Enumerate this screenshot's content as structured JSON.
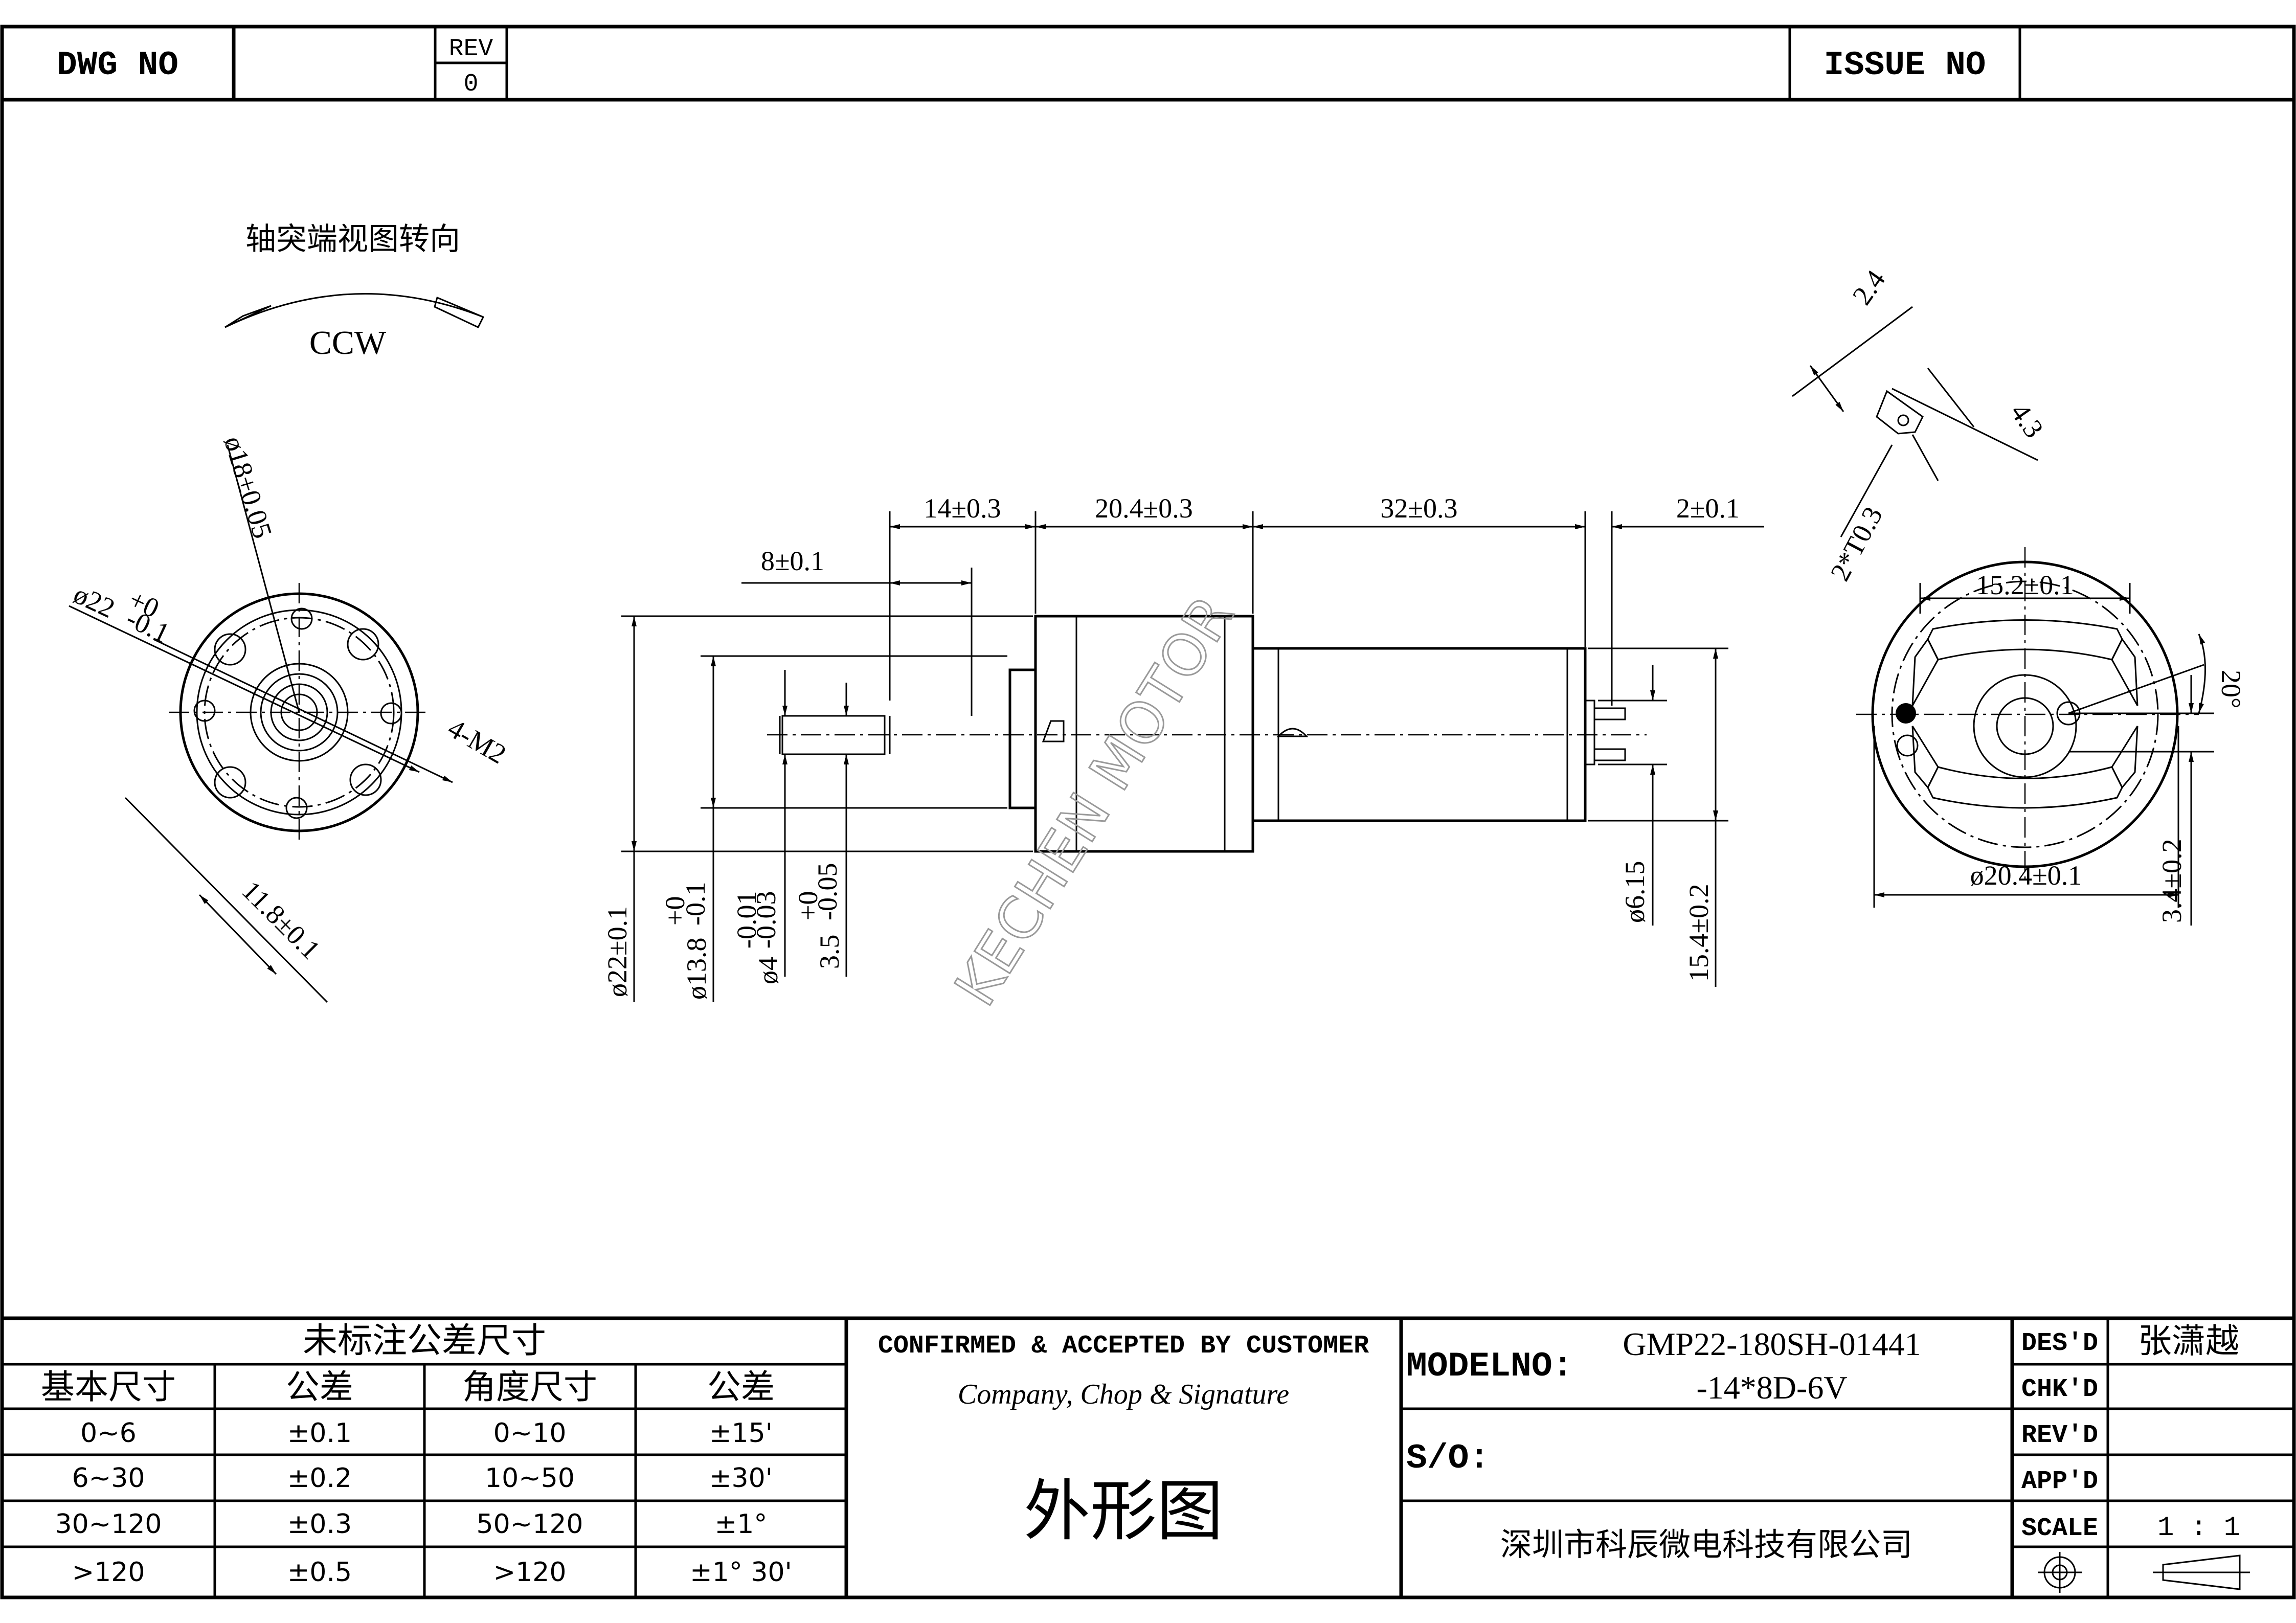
{
  "title_block": {
    "dwg_no_label": "DWG  NO",
    "dwg_no_value": "",
    "rev_label": "REV",
    "rev_value": "0",
    "issue_no_label": "ISSUE  NO",
    "issue_no_value": ""
  },
  "rotation": {
    "caption": "轴突端视图转向",
    "direction": "CCW"
  },
  "watermark": "KECHEN MOTOR",
  "front_view": {
    "d18": "ø18±0.05",
    "d22_main": "ø22",
    "d22_tol": "+0",
    "d22_tol_low": "-0.1",
    "holes": "4-M2",
    "pcd": "11.8±0.1"
  },
  "side_view": {
    "len_14": "14±0.3",
    "len_204": "20.4±0.3",
    "len_32": "32±0.3",
    "len_2": "2±0.1",
    "len_8": "8±0.1",
    "d22": "ø22±0.1",
    "d138_main": "ø13.8",
    "d138_up": "+0",
    "d138_low": "-0.1",
    "d4_main": "ø4",
    "d4_up": "-0.01",
    "d4_low": "-0.03",
    "d35_main": "3.5",
    "d35_up": "+0",
    "d35_low": "-0.05",
    "d615": "ø6.15",
    "h154": "15.4±0.2"
  },
  "rear_view": {
    "t24": "2.4",
    "t43": "4.3",
    "terminal": "2*T0.3",
    "w152": "15.2±0.1",
    "d204": "ø20.4±0.1",
    "h34": "3.4±0.2",
    "angle": "20°"
  },
  "tolerance_table": {
    "title": "未标注公差尺寸",
    "headers": [
      "基本尺寸",
      "公差",
      "角度尺寸",
      "公差"
    ],
    "rows": [
      [
        "0~6",
        "±0.1",
        "0~10",
        "±15'"
      ],
      [
        "6~30",
        "±0.2",
        "10~50",
        "±30'"
      ],
      [
        "30~120",
        "±0.3",
        "50~120",
        "±1°"
      ],
      [
        ">120",
        "±0.5",
        ">120",
        "±1° 30'"
      ]
    ]
  },
  "customer": {
    "heading": "CONFIRMED & ACCEPTED BY CUSTOMER",
    "sub": "Company, Chop & Signature",
    "drawing_type": "外形图"
  },
  "model": {
    "label": "MODELNO:",
    "line1": "GMP22-180SH-01441",
    "line2": "-14*8D-6V",
    "so_label": "S/O:",
    "company": "深圳市科辰微电科技有限公司"
  },
  "signoff": {
    "des_label": "DES'D",
    "des_value": "张潇越",
    "chk_label": "CHK'D",
    "rev_label": "REV'D",
    "app_label": "APP'D",
    "scale_label": "SCALE",
    "scale_value": "1 : 1"
  }
}
